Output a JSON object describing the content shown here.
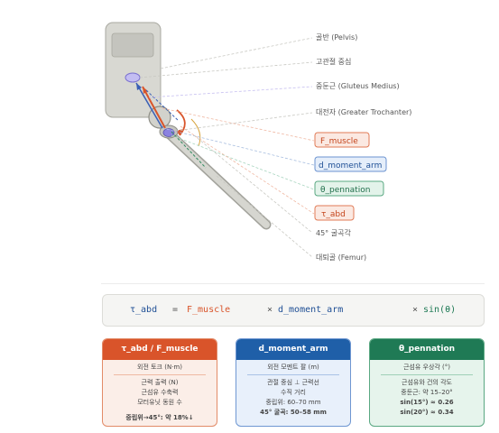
{
  "labels": {
    "pelvis": "골반 (Pelvis)",
    "hip_center": "고관절 중심",
    "gluteus_medius": "중둔근 (Gluteus Medius)",
    "greater_trochanter": "대전자 (Greater Trochanter)",
    "f_muscle": "F_muscle",
    "d_moment_arm": "d_moment_arm",
    "theta_pennation": "θ_pennation",
    "tau_abd": "τ_abd",
    "flexion_45": "45° 굴곡각",
    "femur": "대퇴골 (Femur)"
  },
  "formula": {
    "tau": "τ_abd",
    "eq": "=",
    "f": "F_muscle",
    "times1": "×",
    "d": "d_moment_arm",
    "times2": "×",
    "sin": "sin(θ)"
  },
  "cards": [
    {
      "title": "τ_abd / F_muscle",
      "subtitle": "외전 토크 (N·m)",
      "lines": [
        "근력 출력 (N)",
        "근섬유 수축력",
        "모터유닛 동원 수"
      ],
      "footer": "중립위→45°: 약 18%↓"
    },
    {
      "title": "d_moment_arm",
      "subtitle": "외전 모멘트 팔 (m)",
      "lines": [
        "관절 중심 ⊥ 근력선",
        "수직 거리",
        "중립위: 60–70 mm",
        "45° 굴곡: 50–58 mm"
      ]
    },
    {
      "title": "θ_pennation",
      "subtitle": "근섬유 우상각 (°)",
      "lines": [
        "근섬유와 건의 각도",
        "중둔근: 약 15–20°",
        "sin(15°) ≈ 0.26",
        "sin(20°) ≈ 0.34"
      ]
    }
  ],
  "colors": {
    "orange": "#d9542a",
    "blue": "#1f5fa8",
    "green": "#1f7a55",
    "purple_joint": "#b9b4ee",
    "bone": "#d4d4ce"
  }
}
